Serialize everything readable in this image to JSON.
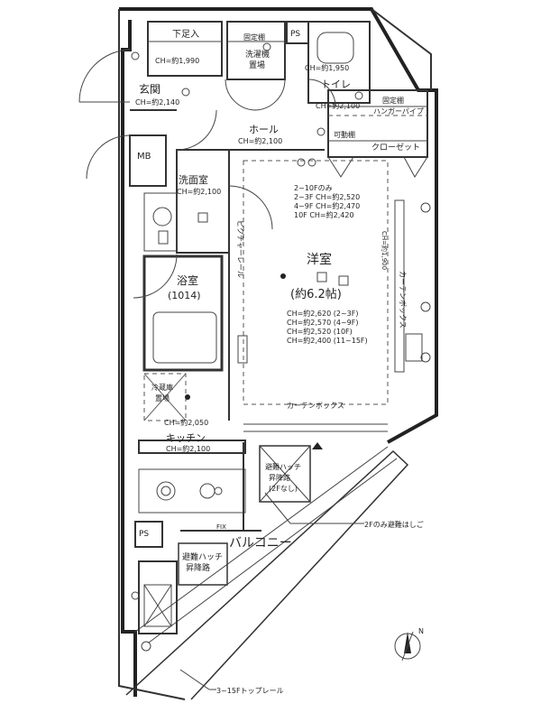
{
  "labels": {
    "shoe_storage": "下足入",
    "shoe_ch": "CH=約1,990",
    "entrance": "玄関",
    "entrance_ch": "CH=約2,140",
    "mb": "MB",
    "fixed_shelf": "固定棚",
    "washer_space_1": "洗濯機",
    "washer_space_2": "置場",
    "ps_top": "PS",
    "toilet": "トイレ",
    "toilet_ch_top": "CH=約1,950",
    "toilet_ch": "CH=約2,100",
    "hall": "ホール",
    "hall_ch": "CH=約2,100",
    "closet_fixed_shelf": "固定棚",
    "hanger_pipe": "ハンガーパイプ",
    "movable_shelf": "可動棚",
    "closet": "クローゼット",
    "washroom": "洗面室",
    "washroom_ch": "CH=約2,100",
    "ch_note_1": "2~10Fのみ",
    "ch_note_2": "2~3F CH=約2,520",
    "ch_note_3": "4~9F CH=約2,470",
    "ch_note_4": "10F    CH=約2,420",
    "picture_rail": "ピクチャーレール",
    "curtain_box_right": "カーテンボックス",
    "right_ch": "CH=約1,900",
    "western_room": "洋室",
    "western_room_size": "(約6.2帖)",
    "room_ch_1": "CH=約2,620 (2~3F)",
    "room_ch_2": "CH=約2,570 (4~9F)",
    "room_ch_3": "CH=約2,520 (10F)",
    "room_ch_4": "CH=約2,400 (11~15F)",
    "bath": "浴室",
    "bath_size": "(1014)",
    "fridge_space_1": "冷蔵庫",
    "fridge_space_2": "置場",
    "kitchen_ch_top": "CH=約2,050",
    "kitchen": "キッチン",
    "kitchen_ch": "CH=約2,100",
    "curtain_box_bottom": "カーテンボックス",
    "hatch_1": "避難ハッチ",
    "hatch_2": "昇降路",
    "hatch_3": "(2Fなし)",
    "ladder_note": "2Fのみ避難はしご",
    "ps_bottom": "PS",
    "fix": "FIX",
    "balcony": "バルコニー",
    "evac_hatch_1": "避難ハッチ",
    "evac_hatch_2": "昇降路",
    "top_rail": "3~15Fトップレール",
    "north": "N"
  }
}
